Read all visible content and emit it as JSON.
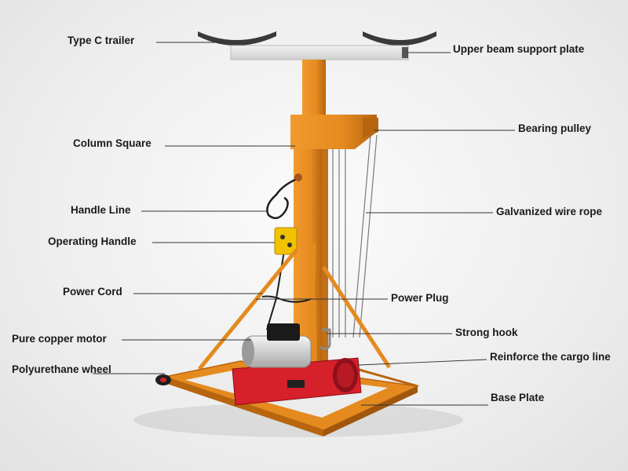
{
  "labels": {
    "type_c_trailer": "Type C trailer",
    "upper_beam_support_plate": "Upper beam support plate",
    "bearing_pulley": "Bearing pulley",
    "column_square": "Column Square",
    "galvanized_wire_rope": "Galvanized wire rope",
    "handle_line": "Handle Line",
    "operating_handle": "Operating Handle",
    "power_cord": "Power Cord",
    "power_plug": "Power Plug",
    "strong_hook": "Strong hook",
    "pure_copper_motor": "Pure copper motor",
    "reinforce_cargo_line": "Reinforce the cargo line",
    "polyurethane_wheel": "Polyurethane wheel",
    "base_plate": "Base Plate"
  },
  "colors": {
    "frame_orange": "#e58a1f",
    "frame_dark": "#b8650f",
    "winch_red": "#d6202a",
    "handle_yellow": "#f2c200",
    "plate_gray": "#d9d9d9"
  }
}
